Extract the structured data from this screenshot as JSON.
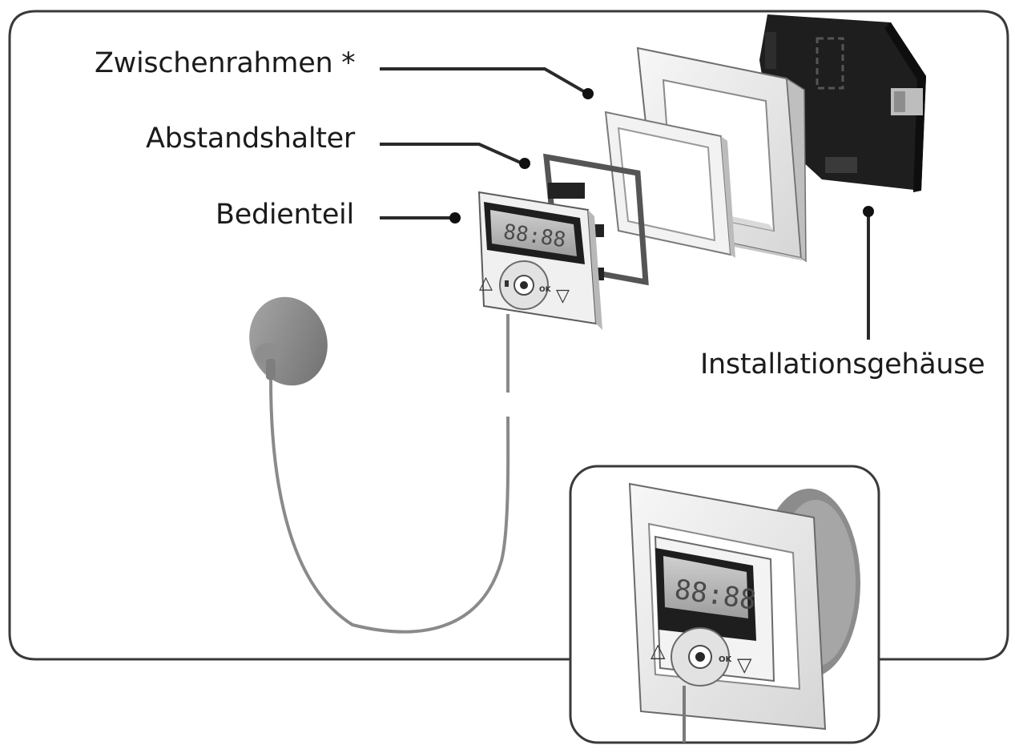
{
  "labels": {
    "zwischenrahmen": "Zwischenrahmen *",
    "abstandshalter": "Abstandshalter",
    "bedienteil": "Bedienteil",
    "installationsgehaeuse": "Installationsgehäuse"
  },
  "device": {
    "display_digits": "88:88",
    "button_up": "△",
    "button_down": "▽",
    "button_ok": "OK"
  },
  "colors": {
    "outline": "#3a3a3a",
    "frame_light": "#ededed",
    "housing_dark": "#1e1e1e",
    "sensor_grey": "#8a8a8a"
  },
  "icons": [
    "up-arrow-icon",
    "down-arrow-icon",
    "navigation-ring-icon",
    "stop-icon"
  ]
}
